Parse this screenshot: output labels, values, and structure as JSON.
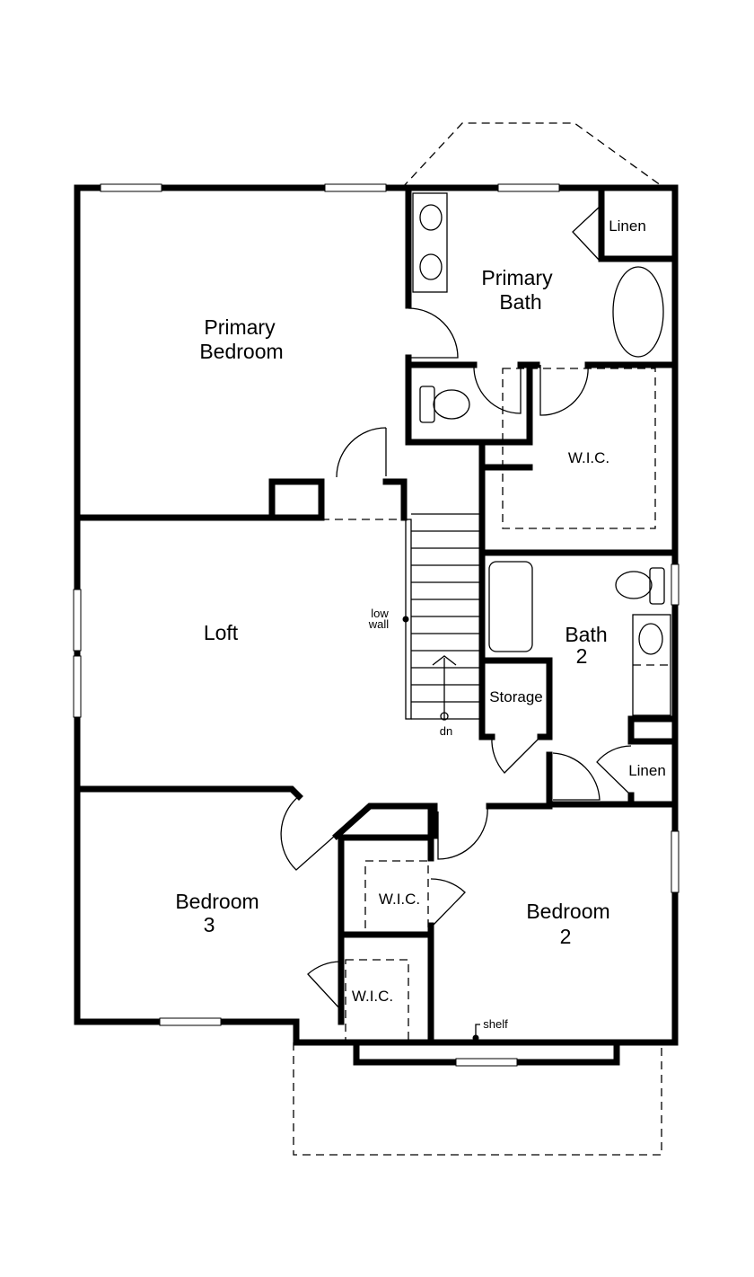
{
  "plan": {
    "rooms": {
      "primary_bedroom": [
        "Primary",
        "Bedroom"
      ],
      "primary_bath": [
        "Primary",
        "Bath"
      ],
      "linen_top": "Linen",
      "wic_primary": "W.I.C.",
      "loft": "Loft",
      "bath2": [
        "Bath",
        "2"
      ],
      "storage": "Storage",
      "linen_bath2": "Linen",
      "bedroom3": [
        "Bedroom",
        "3"
      ],
      "wic_a": "W.I.C.",
      "wic_b": "W.I.C.",
      "bedroom2": [
        "Bedroom",
        "2"
      ]
    },
    "annotations": {
      "low_wall": [
        "low",
        "wall"
      ],
      "stairs_dir": "dn",
      "shelf": "shelf"
    }
  }
}
